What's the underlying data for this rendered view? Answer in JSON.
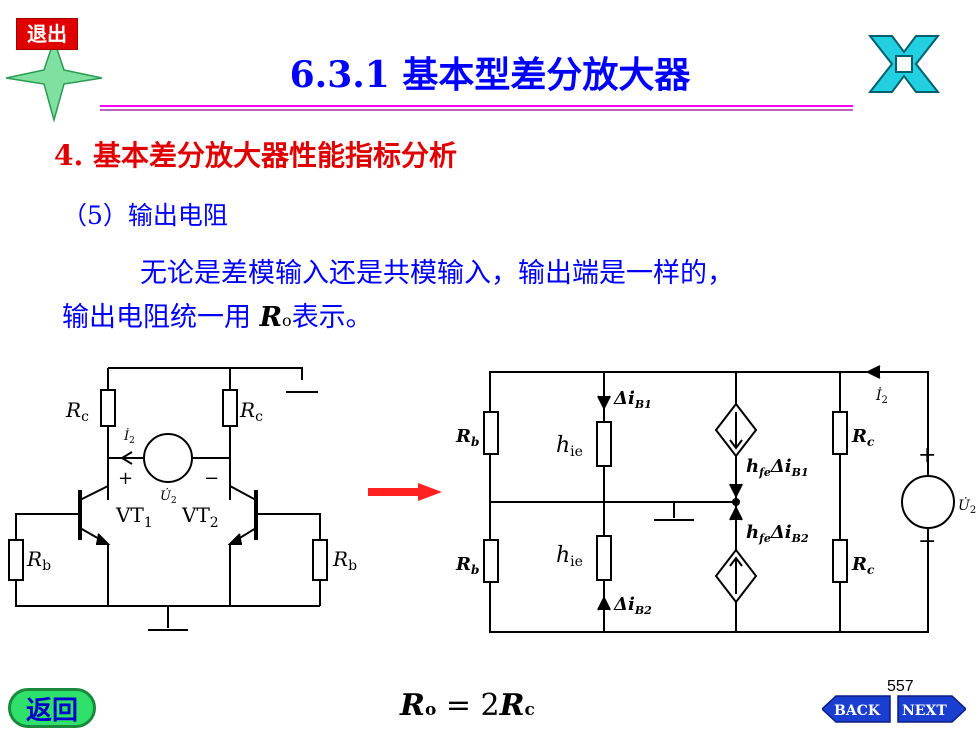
{
  "nav": {
    "exit_label": "退出",
    "return_label": "返回",
    "back_label": "BACK",
    "next_label": "NEXT",
    "page_number": "557"
  },
  "header": {
    "title": "6.3.1 基本型差分放大器"
  },
  "content": {
    "section_heading": "4. 基本差分放大器性能指标分析",
    "subsection_heading": "（5）输出电阻",
    "paragraph_line1": "无论是差模输入还是共模输入，输出端是一样的，",
    "paragraph_line2_pre": "输出电阻统一用 ",
    "paragraph_symbol": "R",
    "paragraph_symbol_sub": "o",
    "paragraph_line2_post": "表示。"
  },
  "circuit_left": {
    "rc_label": "R",
    "rc_sub": "c",
    "rb_label": "R",
    "rb_sub": "b",
    "vt1_label": "VT",
    "vt1_sub": "1",
    "vt2_label": "VT",
    "vt2_sub": "2",
    "i_label": "İ",
    "i_sub": "2",
    "u_label": "U̇",
    "u_sub": "2",
    "plus": "+",
    "minus": "−"
  },
  "circuit_right": {
    "rb_label": "R",
    "rb_sub": "b",
    "rc_label": "R",
    "rc_sub": "c",
    "hie_label": "h",
    "hie_sub": "ie",
    "di_b1": "Δi",
    "di_b1_sub": "B1",
    "di_b2": "Δi",
    "di_b2_sub": "B2",
    "hfe_b1": "h",
    "hfe_sub": "fe",
    "hfe_b1_tail": "Δi",
    "hfe_b1_tail_sub": "B1",
    "hfe_b2": "h",
    "hfe_b2_tail": "Δi",
    "hfe_b2_tail_sub": "B2",
    "i2_label": "İ",
    "i2_sub": "2",
    "u2_label": "U̇",
    "u2_sub": "2",
    "plus": "+",
    "minus": "−"
  },
  "formula": {
    "lhs": "R",
    "lhs_sub": "o",
    "eq": " = 2",
    "rhs": "R",
    "rhs_sub": "c"
  },
  "colors": {
    "title": "#0000ff",
    "heading": "#e00000",
    "accent_arrow": "#ff2020",
    "return_bg": "#2fe06a"
  }
}
